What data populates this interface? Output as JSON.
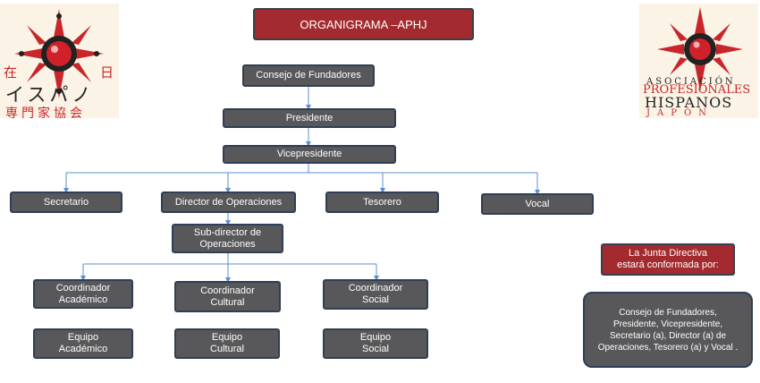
{
  "title": "ORGANIGRAMA –APHJ",
  "nodes": {
    "consejo": "Consejo de Fundadores",
    "presidente": "Presidente",
    "vicepresidente": "Vicepresidente",
    "secretario": "Secretario",
    "director": "Director de Operaciones",
    "tesorero": "Tesorero",
    "vocal": "Vocal",
    "subdirector": "Sub-director de\nOperaciones",
    "coord_academico": "Coordinador\nAcadémico",
    "coord_cultural": "Coordinador\nCultural",
    "coord_social": "Coordinador\nSocial",
    "equipo_academico": "Equipo\nAcadémico",
    "equipo_cultural": "Equipo\nCultural",
    "equipo_social": "Equipo\nSocial"
  },
  "junta": {
    "heading": "La Junta Directiva\nestará conformada por:",
    "body": "Consejo de Fundadores,\nPresidente, Vicepresidente,\nSecretario (a), Director (a) de\nOperaciones, Tesorero (a) y Vocal ."
  },
  "logo_left": {
    "line1_left": "在",
    "line1_right": "日",
    "line2": "イスパノ",
    "line3": "専門家協会"
  },
  "logo_right": {
    "line1": "ASOCIACIÓN",
    "line2": "PROFESIONALES",
    "line3": "HISPANOS",
    "line4": "JAPÓN"
  },
  "colors": {
    "box_fill": "#58585a",
    "box_border": "#2f3f55",
    "title_fill": "#a32a2e",
    "connector": "#5b8fcf",
    "logo_red": "#c8262a"
  }
}
